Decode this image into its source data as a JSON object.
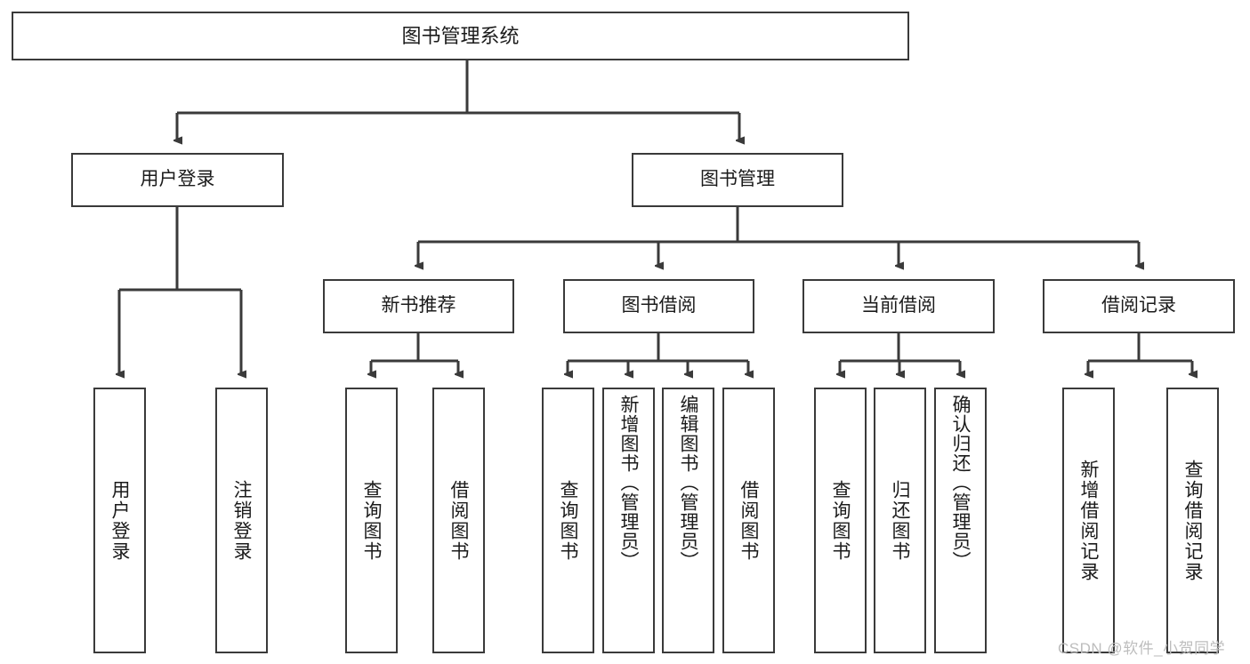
{
  "diagram": {
    "title": "图书管理系统",
    "type": "tree-hierarchy-chart",
    "root": {
      "label": "图书管理系统"
    },
    "level2": [
      {
        "label": "用户登录"
      },
      {
        "label": "图书管理"
      }
    ],
    "level3": [
      {
        "label": "新书推荐"
      },
      {
        "label": "图书借阅"
      },
      {
        "label": "当前借阅"
      },
      {
        "label": "借阅记录"
      }
    ],
    "leaves": {
      "user_login": [
        {
          "label": "用户登录"
        },
        {
          "label": "注销登录"
        }
      ],
      "new_book_recommend": [
        {
          "label": "查询图书"
        },
        {
          "label": "借阅图书"
        }
      ],
      "book_borrow": [
        {
          "label": "查询图书"
        },
        {
          "label": "新增图书（管理员）"
        },
        {
          "label": "编辑图书（管理员）"
        },
        {
          "label": "借阅图书"
        }
      ],
      "current_borrow": [
        {
          "label": "查询图书"
        },
        {
          "label": "归还图书"
        },
        {
          "label": "确认归还（管理员）"
        }
      ],
      "borrow_record": [
        {
          "label": "新增借阅记录"
        },
        {
          "label": "查询借阅记录"
        }
      ]
    }
  },
  "watermark": {
    "text": "CSDN @软件_小贺同学"
  },
  "colors": {
    "line": "#3a3a3a",
    "box_fill": "#ffffff",
    "text": "#1b1b1b",
    "watermark": "#bdbdbd"
  }
}
